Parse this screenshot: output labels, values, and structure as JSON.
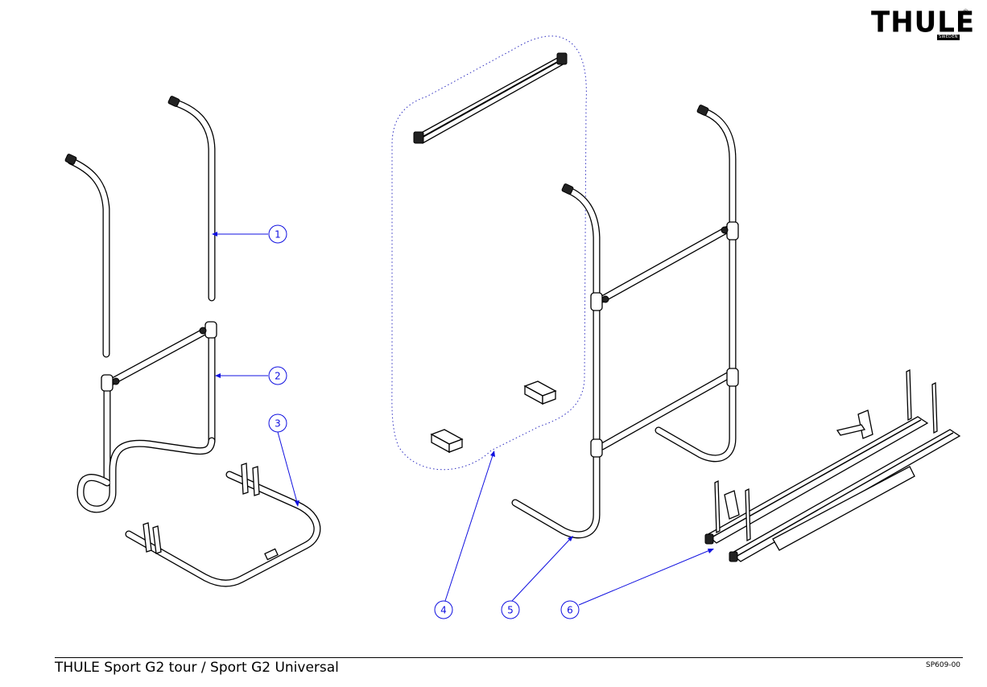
{
  "brand": {
    "logo_text": "THULE",
    "logo_subtext": "SWEDEN",
    "registered_mark": "®"
  },
  "footer": {
    "title": "THULE Sport G2 tour / Sport G2 Universal",
    "code": "SP609-00"
  },
  "callouts": [
    {
      "number": "1"
    },
    {
      "number": "2"
    },
    {
      "number": "3"
    },
    {
      "number": "4"
    },
    {
      "number": "5"
    },
    {
      "number": "6"
    }
  ],
  "colors": {
    "callout": "#1010e0",
    "line": "#000000",
    "background": "#ffffff"
  }
}
